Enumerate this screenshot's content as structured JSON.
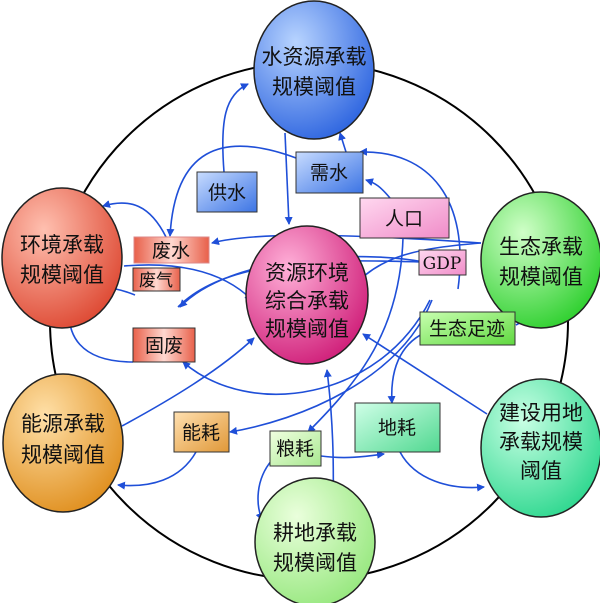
{
  "nodes": {
    "water": {
      "line1": "水资源承载",
      "line2": "规模阈值",
      "color": "#4a7fe8"
    },
    "environment": {
      "line1": "环境承载",
      "line2": "规模阈值",
      "color": "#e8604a"
    },
    "ecology": {
      "line1": "生态承载",
      "line2": "规模阈值",
      "color": "#4ee04e"
    },
    "center": {
      "line1": "资源环境",
      "line2": "综合承载",
      "line3": "规模阈值",
      "color": "#e0308a"
    },
    "energy": {
      "line1": "能源承载",
      "line2": "规模阈值",
      "color": "#e8a030"
    },
    "construction": {
      "line1": "建设用地",
      "line2": "承载规模",
      "line3": "阈值",
      "color": "#4ee0a0"
    },
    "cropland": {
      "line1": "耕地承载",
      "line2": "规模阈值",
      "color": "#a8f090"
    }
  },
  "boxes": {
    "water_supply": "供水",
    "water_demand": "需水",
    "population": "人口",
    "wastewater": "废水",
    "gdp": "GDP",
    "waste_gas": "废气",
    "solid_waste": "固废",
    "eco_footprint": "生态足迹",
    "energy_use": "能耗",
    "land_use": "地耗",
    "grain_use": "粮耗"
  }
}
